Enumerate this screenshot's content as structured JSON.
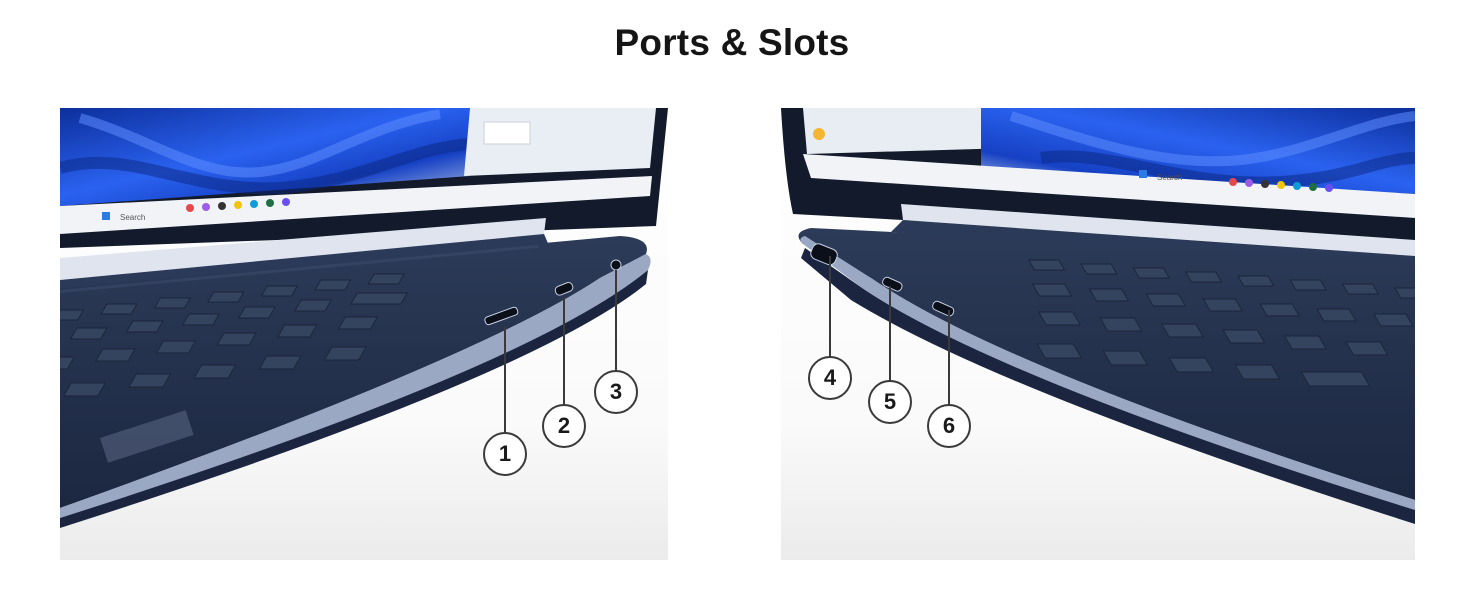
{
  "page": {
    "title": "Ports & Slots"
  },
  "colors": {
    "chassis": "#1f2c47",
    "keyboard_deck": "#26344f",
    "key": "#2f3d5a",
    "wallpaper_blue": "#1f4fd6",
    "taskbar": "#f2f4f7",
    "callout_border": "#3a3a3a"
  },
  "left_view": {
    "taskbar_search": "Search",
    "callouts": [
      {
        "number": "1"
      },
      {
        "number": "2"
      },
      {
        "number": "3"
      }
    ]
  },
  "right_view": {
    "taskbar_search": "Search",
    "callouts": [
      {
        "number": "4"
      },
      {
        "number": "5"
      },
      {
        "number": "6"
      }
    ]
  }
}
